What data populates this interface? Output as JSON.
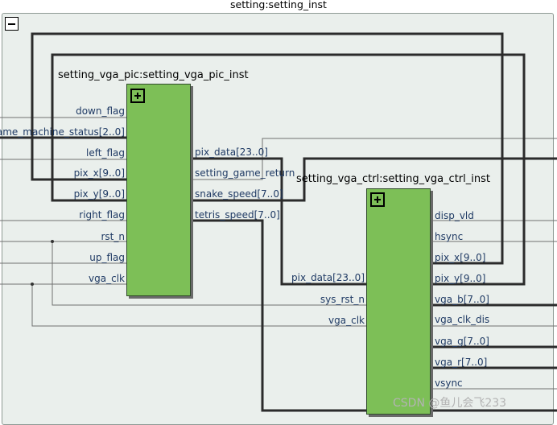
{
  "outer": {
    "title": "setting:setting_inst"
  },
  "pic": {
    "title": "setting_vga_pic:setting_vga_pic_inst",
    "inputs": [
      "down_flag",
      "ame_machine_status[2..0]",
      "left_flag",
      "pix_x[9..0]",
      "pix_y[9..0]",
      "right_flag",
      "rst_n",
      "up_flag",
      "vga_clk"
    ],
    "outputs": [
      "pix_data[23..0]",
      "setting_game_return",
      "snake_speed[7..0]",
      "tetris_speed[7..0]"
    ]
  },
  "ctrl": {
    "title": "setting_vga_ctrl:setting_vga_ctrl_inst",
    "inputs": [
      "pix_data[23..0]",
      "sys_rst_n",
      "vga_clk"
    ],
    "outputs": [
      "disp_vld",
      "hsync",
      "pix_x[9..0]",
      "pix_y[9..0]",
      "vga_b[7..0]",
      "vga_clk_dis",
      "vga_g[7..0]",
      "vga_r[7..0]",
      "vsync"
    ]
  },
  "watermark": "CSDN @鱼儿会飞233",
  "colors": {
    "block_fill": "#7dbf57",
    "background": "#eaefec",
    "bus": "#2b2b2b",
    "wire": "#707070",
    "port_text": "#1f3a64"
  }
}
